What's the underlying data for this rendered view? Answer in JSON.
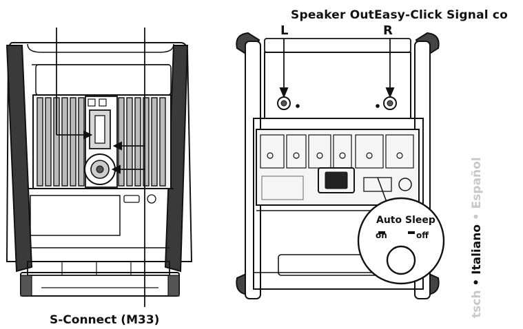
{
  "labels": {
    "speaker_out": "Speaker OutEasy-Click Signal co",
    "left": "L",
    "right": "R",
    "s_connect": "S-Connect (M33)",
    "auto_sleep": "Auto Sleep",
    "on": "on",
    "off": "off"
  },
  "languages": {
    "partial_left": "tsch",
    "separator": " • ",
    "italiano": "Italiano",
    "separator2": " • ",
    "espanol": "Español"
  }
}
